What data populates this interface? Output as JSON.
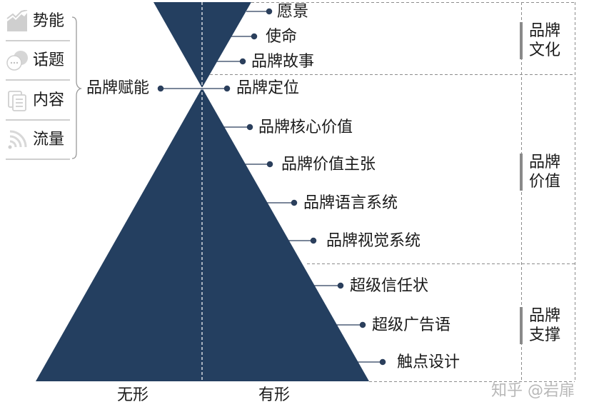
{
  "colors": {
    "pyramid": "#243f60",
    "connector": "#2b3f5c",
    "dashed": "#8c8c8c",
    "section_bar": "#8a8a8a",
    "icon_gray": "#c8c8c8",
    "watermark": "#b8b8b8"
  },
  "left_panel": {
    "items": [
      {
        "label": "势能",
        "icon": "area-chart-icon"
      },
      {
        "label": "话题",
        "icon": "chat-bubbles-icon"
      },
      {
        "label": "内容",
        "icon": "documents-icon"
      },
      {
        "label": "流量",
        "icon": "signal-icon"
      }
    ],
    "hub_label": "品牌赋能"
  },
  "pyramid": {
    "top_labels": [
      "愿景",
      "使命",
      "品牌故事"
    ],
    "apex_label": "品牌定位",
    "middle_labels": [
      "品牌核心价值",
      "品牌价值主张",
      "品牌语言系统",
      "品牌视觉系统"
    ],
    "bottom_labels": [
      "超级信任状",
      "超级广告语",
      "触点设计"
    ]
  },
  "sections": [
    {
      "line1": "品牌",
      "line2": "文化"
    },
    {
      "line1": "品牌",
      "line2": "价值"
    },
    {
      "line1": "品牌",
      "line2": "支撑"
    }
  ],
  "axis": {
    "left": "无形",
    "right": "有形"
  },
  "watermark": "知乎 @岩扉"
}
